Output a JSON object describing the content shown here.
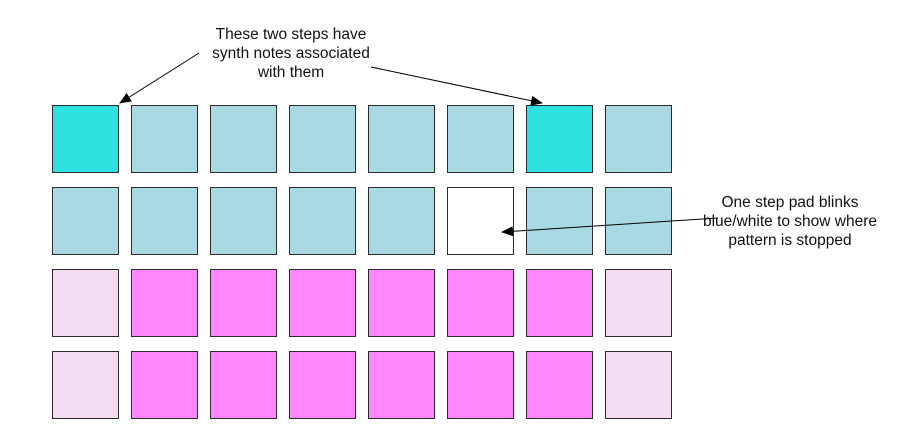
{
  "colors": {
    "cyan": "#2ee0e0",
    "light_blue": "#a9dae4",
    "white": "#ffffff",
    "magenta": "#ff88ff",
    "light_pink": "#f5ddf1"
  },
  "grid": {
    "rows": [
      [
        "cyan",
        "light_blue",
        "light_blue",
        "light_blue",
        "light_blue",
        "light_blue",
        "cyan",
        "light_blue"
      ],
      [
        "light_blue",
        "light_blue",
        "light_blue",
        "light_blue",
        "light_blue",
        "white",
        "light_blue",
        "light_blue"
      ],
      [
        "light_pink",
        "magenta",
        "magenta",
        "magenta",
        "magenta",
        "magenta",
        "magenta",
        "light_pink"
      ],
      [
        "light_pink",
        "magenta",
        "magenta",
        "magenta",
        "magenta",
        "magenta",
        "magenta",
        "light_pink"
      ]
    ]
  },
  "callouts": {
    "top": {
      "line1": "These two steps have",
      "line2": "synth notes associated",
      "line3": "with them"
    },
    "right": {
      "line1": "One step pad blinks",
      "line2": "blue/white to show where",
      "line3": "pattern is stopped"
    }
  }
}
